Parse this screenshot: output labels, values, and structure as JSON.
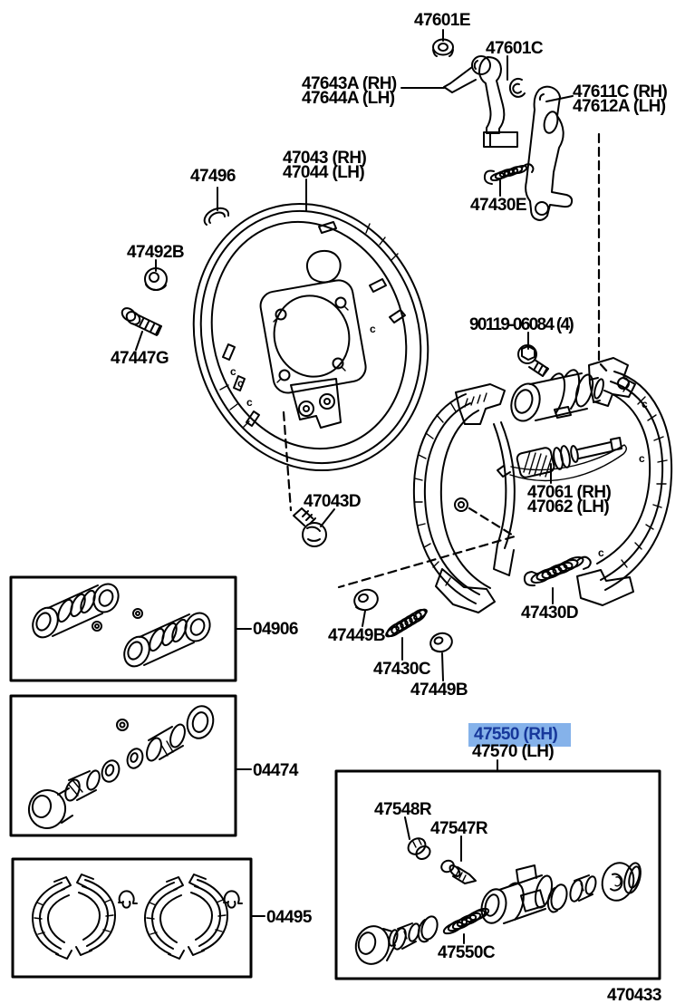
{
  "diagram": {
    "figure_code": "470433",
    "highlight_color": "#85b2ea",
    "highlight_text_color": "#17389b",
    "line_color": "#000000",
    "background_color": "#ffffff"
  },
  "marks": {
    "c": "c"
  },
  "labels": {
    "l47601e": "47601E",
    "l47601c": "47601C",
    "l47643a": "47643A (RH)",
    "l47644a": "47644A (LH)",
    "l47611c": "47611C (RH)",
    "l47612a": "47612A (LH)",
    "l47043": "47043 (RH)",
    "l47044": "47044 (LH)",
    "l47496": "47496",
    "l47492b": "47492B",
    "l47447g": "47447G",
    "l47430e": "47430E",
    "l90119": "90119-06084 (4)",
    "l47061": "47061 (RH)",
    "l47062": "47062 (LH)",
    "l47043d": "47043D",
    "l47449b_a": "47449B",
    "l47430c": "47430C",
    "l47449b_b": "47449B",
    "l47430d": "47430D",
    "l04906": "04906",
    "l04474": "04474",
    "l04495": "04495",
    "l47550": "47550 (RH)",
    "l47570": "47570 (LH)",
    "l47548r": "47548R",
    "l47547r": "47547R",
    "l47550c": "47550C"
  }
}
